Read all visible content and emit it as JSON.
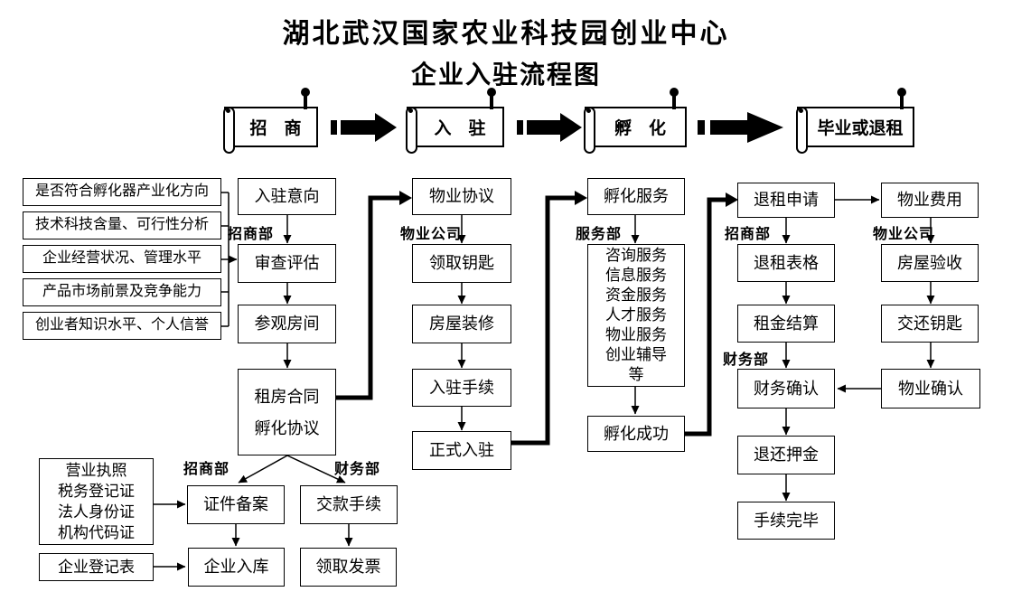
{
  "title": {
    "line1": "湖北武汉国家农业科技园创业中心",
    "line2": "企业入驻流程图"
  },
  "banners": {
    "zhaoshang": "招　商",
    "ruzhu": "入　驻",
    "fuhua": "孵　化",
    "biye_or_tuizu": "毕业或退租"
  },
  "dept_labels": {
    "zhaoshangbu_top": "招商部",
    "wuye_gongsi_left": "物业公司",
    "fuwubu": "服务部",
    "zhaoshangbu_right": "招商部",
    "wuye_gongsi_right": "物业公司",
    "caiwubu_right": "财务部",
    "zhaoshangbu_bottom": "招商部",
    "caiwubu_bottom": "财务部"
  },
  "criteria": [
    "是否符合孵化器产业化方向",
    "技术科技含量、可行性分析",
    "企业经营状况、管理水平",
    "产品市场前景及竞争能力",
    "创业者知识水平、个人信誉"
  ],
  "nodes": {
    "ruzhu_yixiang": "入驻意向",
    "shencha_pinggu": "审查评估",
    "canguan_fangjian": "参观房间",
    "zufang_hetong_line1": "租房合同",
    "zufang_hetong_line2": "孵化协议",
    "wuye_xieyi": "物业协议",
    "lingqu_yaoshi": "领取钥匙",
    "fangwu_zhuangxiu": "房屋装修",
    "ruzhu_shouxu": "入驻手续",
    "zhengshi_ruzhu": "正式入驻",
    "fuhua_fuwu": "孵化服务",
    "services": [
      "咨询服务",
      "信息服务",
      "资金服务",
      "人才服务",
      "物业服务",
      "创业辅导",
      "等"
    ],
    "fuhua_chenggong": "孵化成功",
    "tuizu_shenqing": "退租申请",
    "tuizu_biaoge": "退租表格",
    "zujin_jiesuan": "租金结算",
    "caiwu_queren": "财务确认",
    "tuihuan_yajin": "退还押金",
    "shouxu_wanbi": "手续完毕",
    "wuye_feiyong": "物业费用",
    "fangwu_yanshou": "房屋验收",
    "jiaohuan_yaoshi": "交还钥匙",
    "wuye_queren": "物业确认",
    "documents": [
      "营业执照",
      "税务登记证",
      "法人身份证",
      "机构代码证"
    ],
    "qiye_dengjibiao": "企业登记表",
    "zhengjian_beian": "证件备案",
    "jiaokuan_shouxu": "交款手续",
    "qiye_ruku": "企业入库",
    "lingqu_fapiao": "领取发票"
  }
}
